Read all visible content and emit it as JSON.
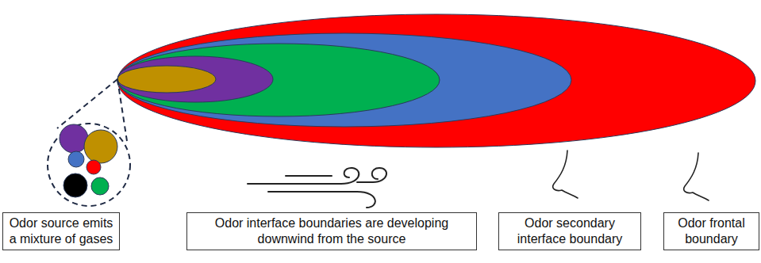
{
  "diagram": {
    "nodes": [
      {
        "text": [
          "Odor source emits a mixture of gases"
        ]
      },
      {
        "text": [
          "Odor interface boundaries are developing downwind from the source"
        ]
      },
      {
        "text": [
          "Odor secondary interface boundary"
        ]
      },
      {
        "text": [
          "Odor frontal boundary"
        ]
      }
    ]
  }
}
